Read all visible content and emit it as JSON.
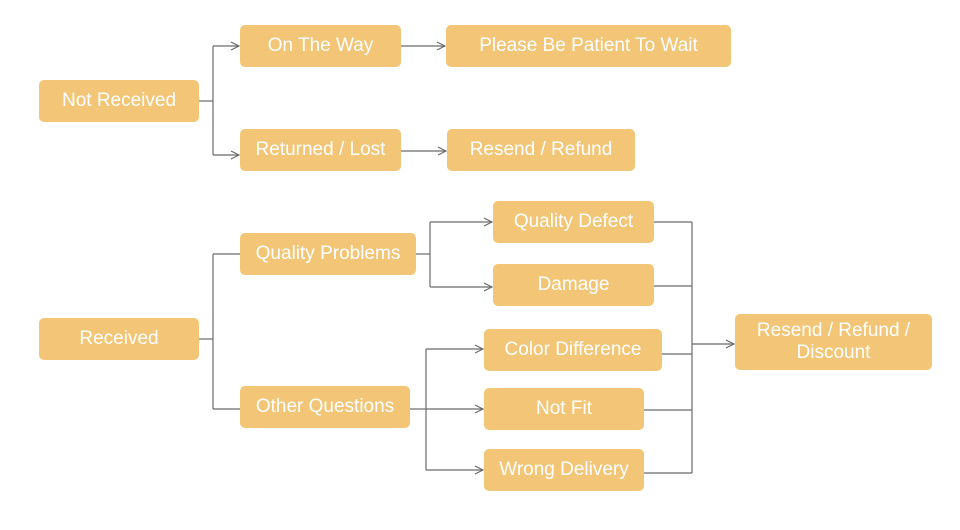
{
  "colors": {
    "node_fill": "#f3c677",
    "node_text": "#ffffff",
    "connector": "#6b6b6b"
  },
  "nodes": {
    "not_received": "Not Received",
    "on_the_way": "On The Way",
    "please_wait": "Please Be Patient To Wait",
    "returned_lost": "Returned / Lost",
    "resend_refund": "Resend / Refund",
    "received": "Received",
    "quality_problems": "Quality Problems",
    "other_questions": "Other Questions",
    "quality_defect": "Quality Defect",
    "damage": "Damage",
    "color_difference": "Color Difference",
    "not_fit": "Not Fit",
    "wrong_delivery": "Wrong Delivery",
    "resend_refund_discount": "Resend / Refund /\nDiscount"
  },
  "edges": [
    {
      "from": "not_received",
      "to": "on_the_way"
    },
    {
      "from": "not_received",
      "to": "returned_lost"
    },
    {
      "from": "on_the_way",
      "to": "please_wait"
    },
    {
      "from": "returned_lost",
      "to": "resend_refund"
    },
    {
      "from": "received",
      "to": "quality_problems"
    },
    {
      "from": "received",
      "to": "other_questions"
    },
    {
      "from": "quality_problems",
      "to": "quality_defect"
    },
    {
      "from": "quality_problems",
      "to": "damage"
    },
    {
      "from": "other_questions",
      "to": "color_difference"
    },
    {
      "from": "other_questions",
      "to": "not_fit"
    },
    {
      "from": "other_questions",
      "to": "wrong_delivery"
    },
    {
      "from": "quality_defect",
      "to": "resend_refund_discount"
    },
    {
      "from": "damage",
      "to": "resend_refund_discount"
    },
    {
      "from": "color_difference",
      "to": "resend_refund_discount"
    },
    {
      "from": "not_fit",
      "to": "resend_refund_discount"
    },
    {
      "from": "wrong_delivery",
      "to": "resend_refund_discount"
    }
  ]
}
